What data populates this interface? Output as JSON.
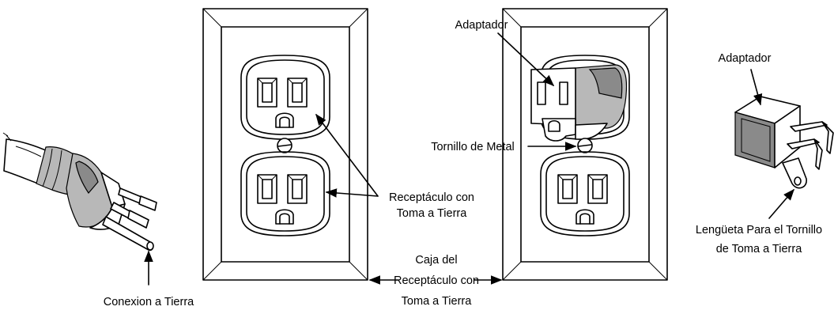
{
  "labels": {
    "ground_connection": "Conexion a Tierra",
    "grounded_receptacle_line1": "Receptáculo con",
    "grounded_receptacle_line2": "Toma a Tierra",
    "receptacle_box_line1": "Caja del",
    "receptacle_box_line2": "Receptáculo con",
    "receptacle_box_line3": "Toma a Tierra",
    "adapter_center": "Adaptador",
    "metal_screw": "Tornillo de Metal",
    "adapter_right": "Adaptador",
    "tab_line1": "Lengüeta Para el Tornillo",
    "tab_line2": "de Toma a Tierra"
  },
  "colors": {
    "line": "#000000",
    "shade": "#b8b8b8",
    "dark_shade": "#8a8a8a",
    "background": "#ffffff"
  }
}
